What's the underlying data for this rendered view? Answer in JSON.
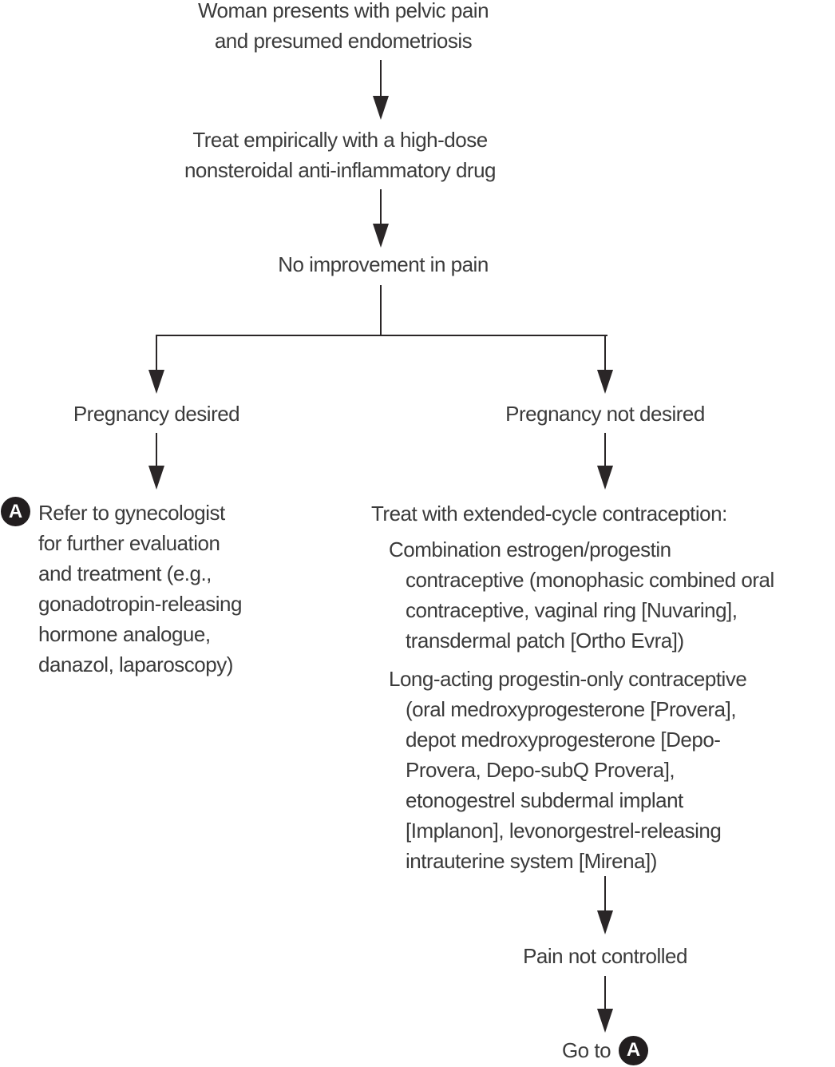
{
  "colors": {
    "background": "#ffffff",
    "text": "#3b3b3b",
    "line": "#2a2627",
    "badge_bg": "#221e1f",
    "badge_text": "#ffffff"
  },
  "flow": {
    "start": {
      "lines": [
        "Woman presents with pelvic pain",
        "and presumed endometriosis"
      ]
    },
    "nsaid": {
      "lines": [
        "Treat empirically with a high-dose",
        "nonsteroidal anti-inflammatory drug"
      ]
    },
    "no_improvement": {
      "label": "No improvement in pain"
    },
    "pregnancy_desired": {
      "label": "Pregnancy desired"
    },
    "pregnancy_not_desired": {
      "label": "Pregnancy not desired"
    },
    "refer": {
      "badge": "A",
      "lines": [
        "Refer to gynecologist",
        "for further evaluation",
        "and treatment (e.g.,",
        "gonadotropin-releasing",
        "hormone analogue,",
        "danazol, laparoscopy)"
      ]
    },
    "extended_cycle": {
      "heading": "Treat with extended-cycle contraception:",
      "option1_lines": [
        "Combination estrogen/progestin",
        "contraceptive (monophasic combined oral",
        "contraceptive, vaginal ring [Nuvaring],",
        "transdermal patch [Ortho Evra])"
      ],
      "option2_lines": [
        "Long-acting progestin-only contraceptive",
        "(oral medroxyprogesterone [Provera],",
        "depot medroxyprogesterone [Depo-",
        "Provera, Depo-subQ Provera],",
        "etonogestrel subdermal implant",
        "[Implanon], levonorgestrel-releasing",
        "intrauterine system [Mirena])"
      ]
    },
    "pain_not_controlled": {
      "label": "Pain not controlled"
    },
    "goto": {
      "label": "Go to",
      "badge": "A"
    }
  }
}
